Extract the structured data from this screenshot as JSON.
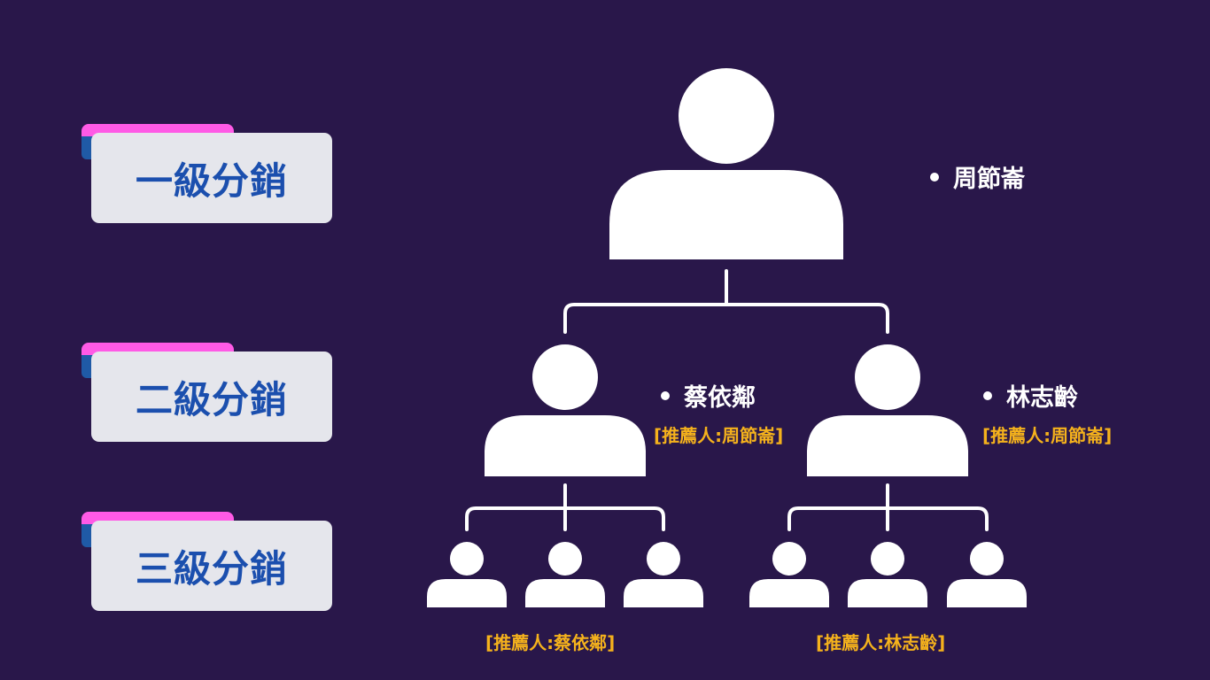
{
  "levels": [
    {
      "label": "一級分銷"
    },
    {
      "label": "二級分銷"
    },
    {
      "label": "三級分銷"
    }
  ],
  "tier1": {
    "name": "周節崙"
  },
  "tier2": [
    {
      "name": "蔡依鄰",
      "referrer": "[推薦人:周節崙]"
    },
    {
      "name": "林志齡",
      "referrer": "[推薦人:周節崙]"
    }
  ],
  "tier3": [
    {
      "referrer": "[推薦人:蔡依鄰]"
    },
    {
      "referrer": "[推薦人:林志齡]"
    }
  ],
  "colors": {
    "background": "#29174a",
    "tab_accent": "#ff5ae6",
    "label_text": "#1b4fae",
    "referrer_text": "#f5b21c"
  },
  "icons": {
    "person": "person-icon"
  }
}
